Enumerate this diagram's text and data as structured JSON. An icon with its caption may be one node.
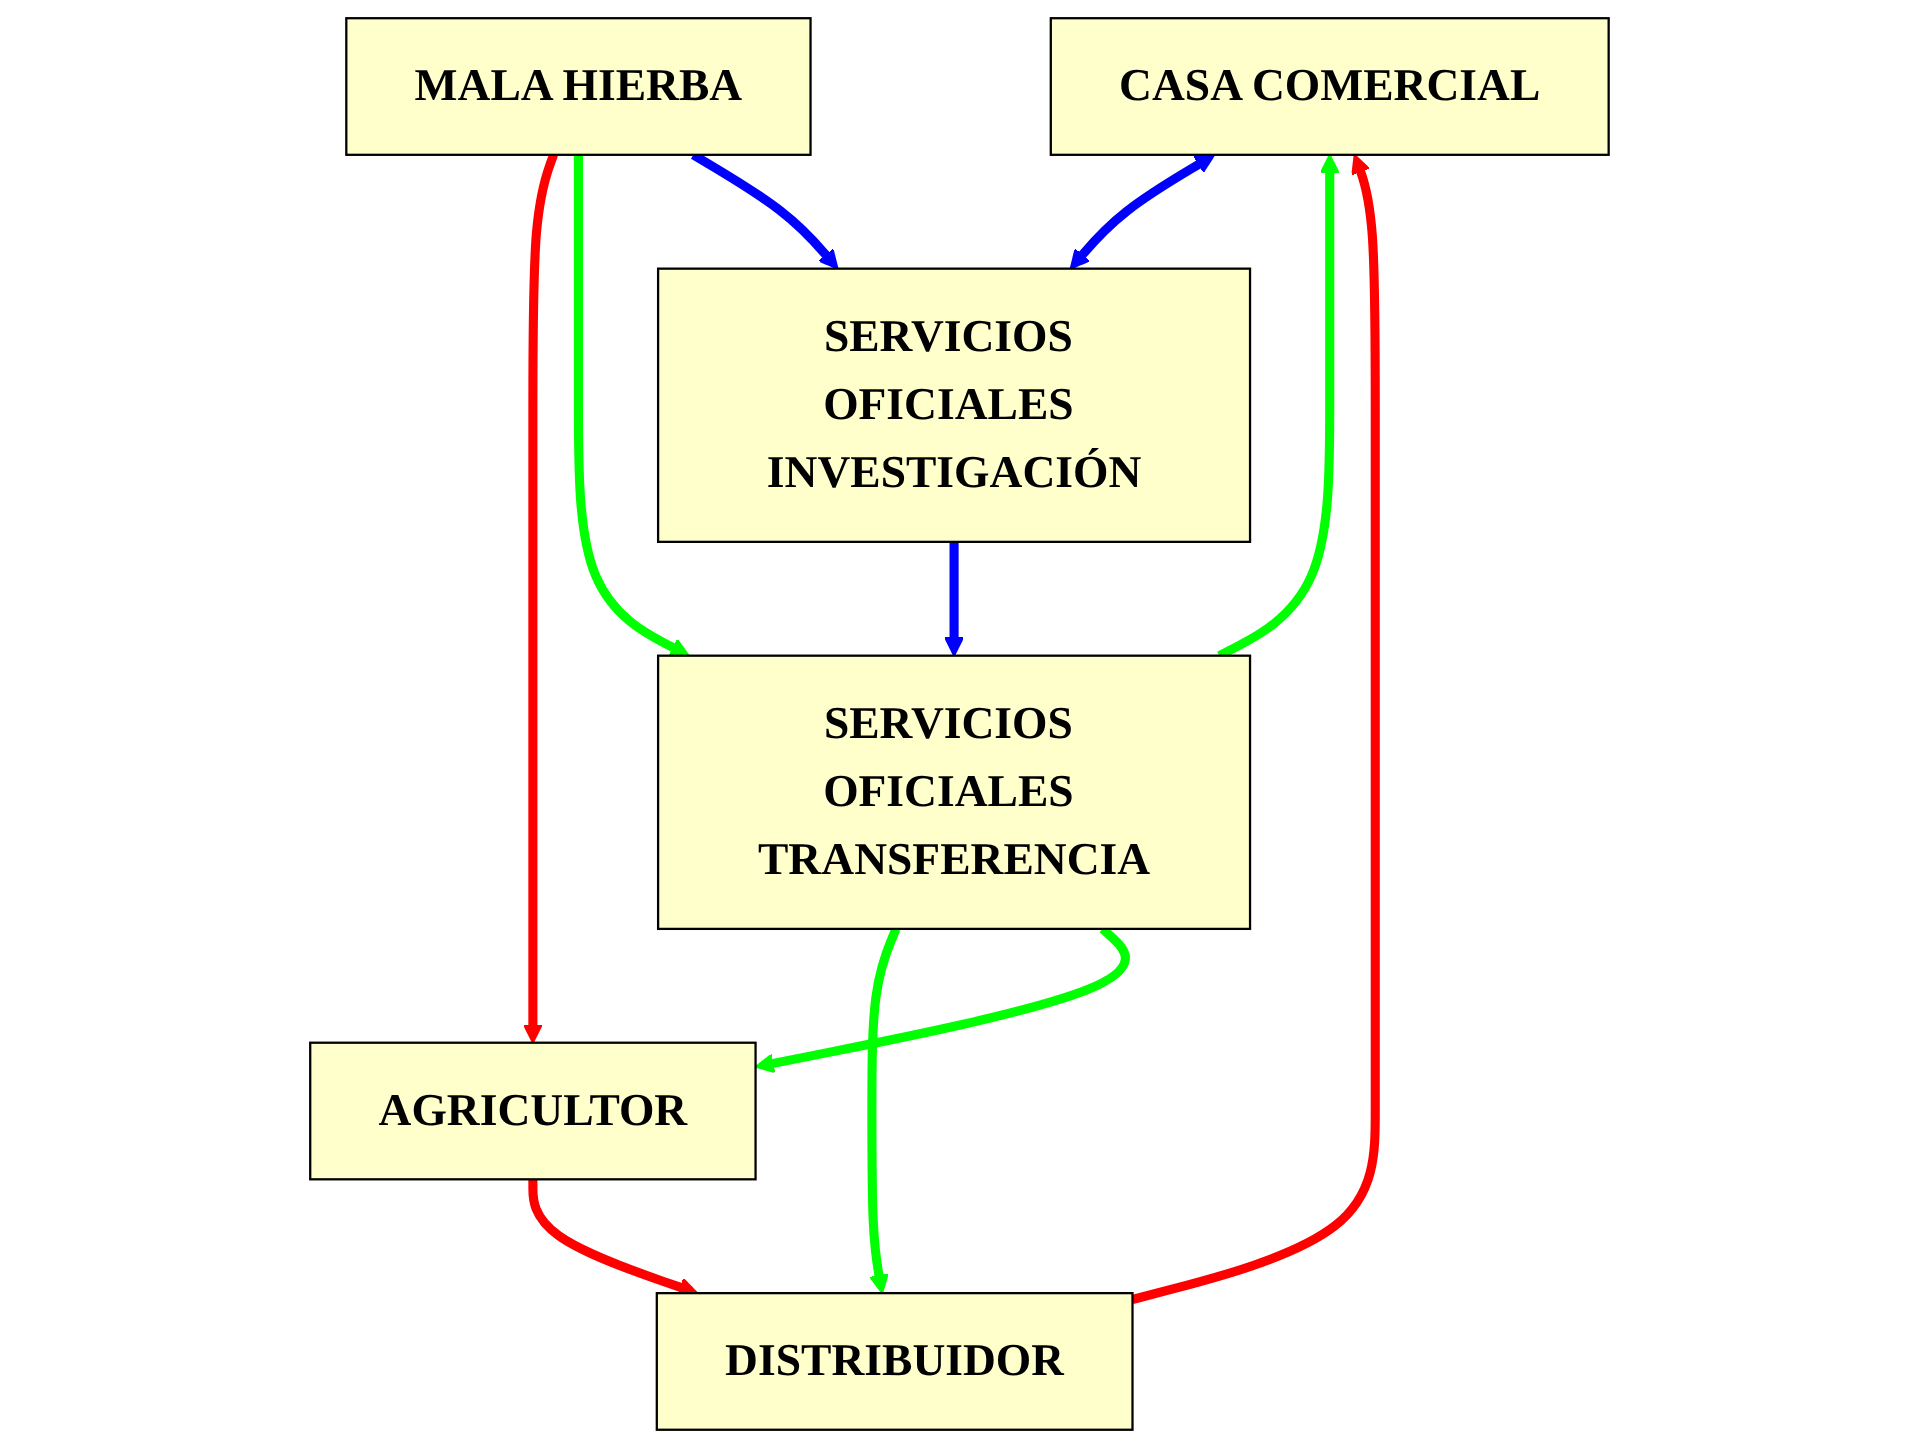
{
  "diagram": {
    "nodes": [
      {
        "text": [
          "CASA COMERCIAL"
        ]
      },
      {
        "text": [
          "DISTRIBUIDOR"
        ]
      },
      {
        "text": [
          "AGRICULTOR"
        ]
      },
      {
        "text": [
          "MALA HIERBA"
        ]
      },
      {
        "text": [
          "SERVICIOS OFICIALES TRANSFERENCIA"
        ]
      },
      {
        "text": [
          "SERVICIOS OFICIALES INVESTIGACIÓN"
        ]
      }
    ],
    "edges": [
      {
        "from": 4,
        "to": 0,
        "arrow": "to",
        "color": "#00ff00"
      },
      {
        "from": 0,
        "to": 5,
        "arrow": "both",
        "color": "#0000ff"
      },
      {
        "from": 1,
        "to": 0,
        "arrow": "to",
        "color": "#ff0000"
      },
      {
        "from": 4,
        "to": 1,
        "arrow": "to",
        "color": "#00ff00"
      },
      {
        "from": 2,
        "to": 1,
        "arrow": "to",
        "color": "#ff0000"
      },
      {
        "from": 4,
        "to": 2,
        "arrow": "to",
        "color": "#00ff00"
      },
      {
        "from": 3,
        "to": 2,
        "arrow": "to",
        "color": "#ff0000"
      },
      {
        "from": 3,
        "to": 4,
        "arrow": "to",
        "color": "#00ff00"
      },
      {
        "from": 3,
        "to": 5,
        "arrow": "to",
        "color": "#0000ff"
      },
      {
        "from": 5,
        "to": 4,
        "arrow": "to",
        "color": "#0000ff"
      }
    ]
  }
}
